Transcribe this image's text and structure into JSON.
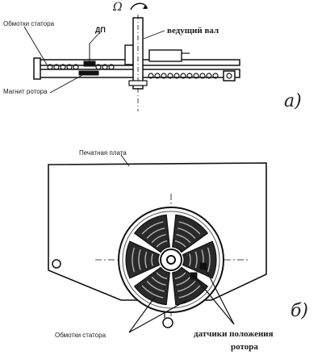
{
  "top_view": {
    "rotation_symbol": "Ω",
    "labels": {
      "stator_windings": "Обмотки статора",
      "sensor_abbrev": "ДП",
      "drive_shaft": "ведущий вал",
      "rotor_magnet": "Магнит ротора"
    },
    "figure_letter": "а)"
  },
  "bottom_view": {
    "labels": {
      "pcb": "Печатная плата",
      "stator_windings": "Обмотки статора",
      "position_sensors_line1": "датчики положения",
      "position_sensors_line2": "ротора"
    },
    "figure_letter": "б)"
  }
}
